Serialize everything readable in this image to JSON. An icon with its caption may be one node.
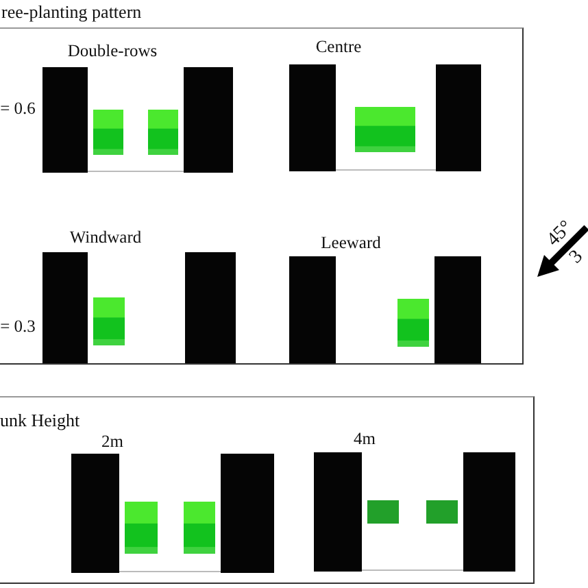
{
  "diagram": {
    "nodes": [
      {
        "text": [
          "ree-planting pattern"
        ]
      },
      {
        "text": [
          "unk Height"
        ]
      }
    ],
    "labels": [
      "Double-rows",
      "Centre",
      "= 0.6",
      "Windward",
      "Leeward",
      "= 0.3",
      "2m",
      "4m",
      "45°",
      "3"
    ]
  }
}
